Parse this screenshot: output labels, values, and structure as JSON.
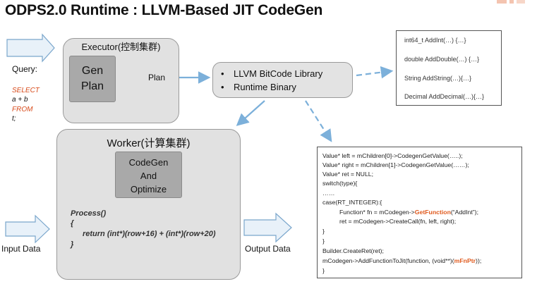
{
  "title": "ODPS2.0 Runtime : LLVM-Based JIT CodeGen",
  "colors": {
    "arrow": "#8db8dc",
    "arrow_stroke": "#6a9cc8",
    "box_fill": "#e1e1e1",
    "inner_fill": "#a9a9a9",
    "highlight": "#e05a1e"
  },
  "executor": {
    "title": "Executor(控制集群)",
    "gen_plan": [
      "Gen",
      "Plan"
    ],
    "plan_label": "Plan"
  },
  "library": {
    "items": [
      "LLVM BitCode Library",
      "Runtime Binary"
    ],
    "bullet": "•"
  },
  "functions": [
    "int64_t AddInt(…) {…}",
    "double AddDouble(…) {…}",
    "String AddString(…){…}",
    "Decimal AddDecimal(…){…}"
  ],
  "query": {
    "label": "Query:",
    "sql": [
      "SELECT",
      "a + b",
      "FROM",
      "t;"
    ]
  },
  "worker": {
    "title": "Worker(计算集群)",
    "codegen": [
      "CodeGen",
      "And",
      "Optimize"
    ],
    "process": [
      "Process()",
      "{",
      "return (int*)(row+16) + (int*)(row+20)",
      "}"
    ]
  },
  "io": {
    "input": "Input Data",
    "output": "Output Data"
  },
  "code": {
    "l1": "Value* left = mChildren[0]->CodegenGetValue(…..);",
    "l2": "Value* right = mChildren[1]->CodegenGetValue(……);",
    "l3": "Value* ret = NULL;",
    "l4": "switch(type){",
    "l5": "……",
    "l6": " case(RT_INTEGER):{",
    "l7a": "Function* fn = mCodegen->",
    "l7b": "GetFunction",
    "l7c": "(“AddInt”);",
    "l8": "ret = mCodegen->CreateCall(fn, left, right);",
    "l9": "}",
    "l10": "}",
    "l11": "Builder.CreateRet(ret);",
    "l12a": "mCodegen->AddFunctionToJit(function, (void**)(",
    "l12b": "mFnPtr",
    "l12c": "));",
    "l13": "}"
  }
}
